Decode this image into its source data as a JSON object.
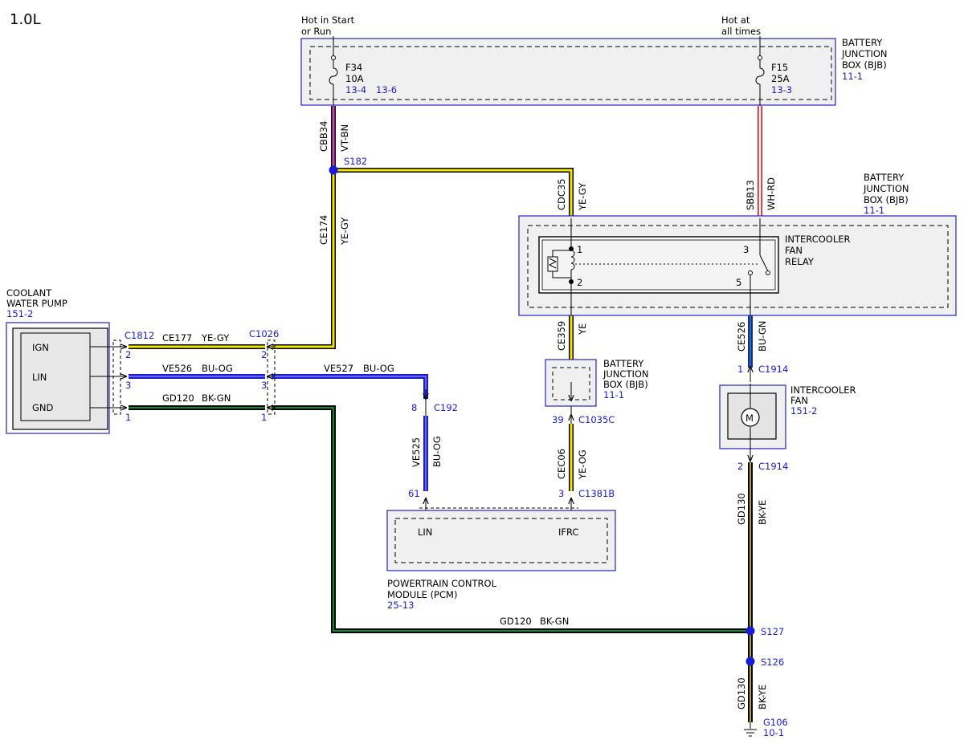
{
  "title": "1.0L",
  "hot_labels": {
    "start_run_1": "Hot in Start",
    "start_run_2": "or Run",
    "all_times_1": "Hot at",
    "all_times_2": "all times"
  },
  "bjb_top": {
    "line1": "BATTERY",
    "line2": "JUNCTION",
    "line3": "BOX (BJB)",
    "ref": "11-1"
  },
  "bjb_mid": {
    "line1": "BATTERY",
    "line2": "JUNCTION",
    "line3": "BOX (BJB)",
    "ref": "11-1"
  },
  "bjb_small": {
    "line1": "BATTERY",
    "line2": "JUNCTION",
    "line3": "BOX (BJB)",
    "ref": "11-1"
  },
  "fuse_f34": {
    "name": "F34",
    "rating": "10A",
    "ref1": "13-4",
    "ref2": "13-6"
  },
  "fuse_f15": {
    "name": "F15",
    "rating": "25A",
    "ref1": "13-3"
  },
  "relay": {
    "line1": "INTERCOOLER",
    "line2": "FAN",
    "line3": "RELAY",
    "pin1": "1",
    "pin2": "2",
    "pin3": "3",
    "pin5": "5"
  },
  "coolant_pump": {
    "line1": "COOLANT",
    "line2": "WATER PUMP",
    "ref": "151-2",
    "pin_ign": "IGN",
    "pin_lin": "LIN",
    "pin_gnd": "GND"
  },
  "fan": {
    "line1": "INTERCOOLER",
    "line2": "FAN",
    "ref": "151-2",
    "motor": "M"
  },
  "pcm": {
    "line1": "POWERTRAIN CONTROL",
    "line2": "MODULE (PCM)",
    "ref": "25-13",
    "pin_lin": "LIN",
    "pin_ifrc": "IFRC"
  },
  "circuits": {
    "cbb34": "CBB34",
    "vt_bn": "VT-BN",
    "ce174": "CE174",
    "ye_gy_1": "YE-GY",
    "cdc35": "CDC35",
    "ye_gy_2": "YE-GY",
    "sbb13": "SBB13",
    "wh_rd": "WH-RD",
    "ce177": "CE177",
    "ye_gy_3": "YE-GY",
    "ve526": "VE526",
    "bu_og_1": "BU-OG",
    "ve527": "VE527",
    "bu_og_2": "BU-OG",
    "gd120_a": "GD120",
    "bk_gn_1": "BK-GN",
    "ve525": "VE525",
    "bu_og_3": "BU-OG",
    "ce359": "CE359",
    "ye": "YE",
    "cec06": "CEC06",
    "ye_og": "YE-OG",
    "ce526": "CE526",
    "bu_gn": "BU-GN",
    "gd130_a": "GD130",
    "bk_ye_1": "BK-YE",
    "gd120_b": "GD120",
    "bk_gn_2": "BK-GN",
    "gd130_b": "GD130",
    "bk_ye_2": "BK-YE"
  },
  "splices": {
    "s182": "S182",
    "s127": "S127",
    "s126": "S126"
  },
  "connectors": {
    "c1812": "C1812",
    "c1026": "C1026",
    "c192": "C192",
    "c1035c": "C1035C",
    "c1381b": "C1381B",
    "c1914_a": "C1914",
    "c1914_b": "C1914"
  },
  "pins": {
    "c1812_2": "2",
    "c1812_3": "3",
    "c1812_1": "1",
    "c1026_2": "2",
    "c1026_3": "3",
    "c1026_1": "1",
    "c192_8": "8",
    "c192_61": "61",
    "c1035c_39": "39",
    "c1381b_3": "3",
    "c1914_1": "1",
    "c1914_2": "2"
  },
  "ground": {
    "name": "G106",
    "ref": "10-1"
  },
  "colors": {
    "box_outline": "#2323c8",
    "ref_text": "#1a1adc",
    "wire_yellow": "#f2e600",
    "wire_blue": "#1c1ccc",
    "wire_green": "#0c8c2c",
    "wire_violet": "#d040c0",
    "wire_red": "#e02020"
  }
}
